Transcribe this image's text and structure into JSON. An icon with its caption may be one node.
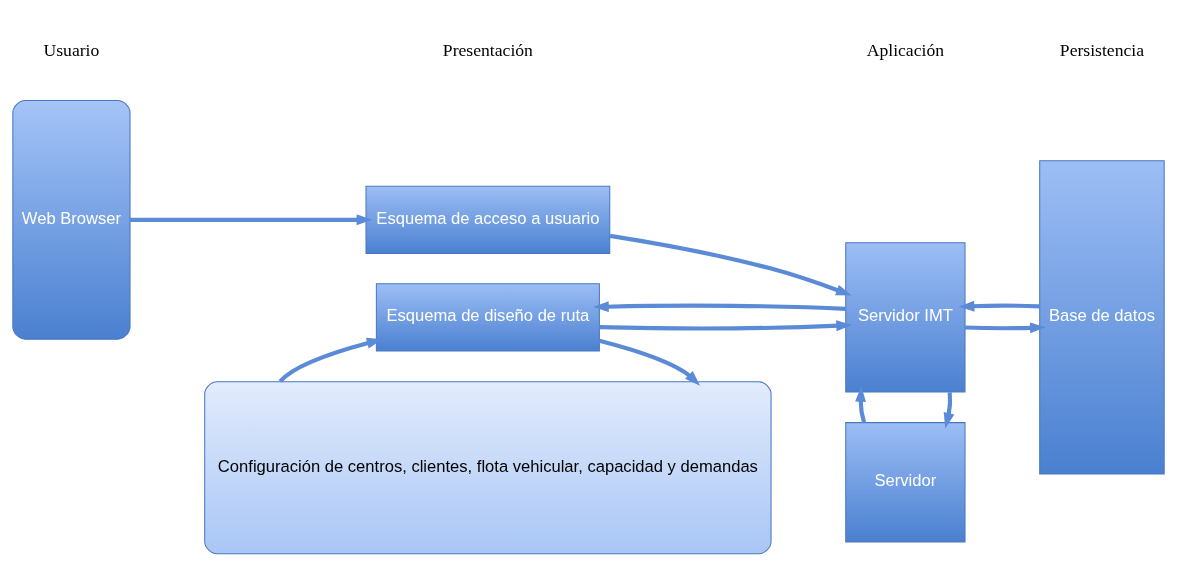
{
  "diagram": {
    "nodes": [
      {
        "text": [
          "Web Browser"
        ]
      },
      {
        "text": [
          "Esquema de acceso a usuario"
        ]
      },
      {
        "text": [
          "Esquema de diseño de ruta"
        ]
      },
      {
        "text": [
          "Configuración de centros, clientes, flota vehicular, capacidad y demandas"
        ]
      },
      {
        "text": [
          "Servidor IMT"
        ]
      },
      {
        "text": [
          "Servidor"
        ]
      },
      {
        "text": [
          "Base de datos"
        ]
      }
    ],
    "edges": [
      {
        "from": 0,
        "to": 1,
        "arrow": "to"
      },
      {
        "from": 1,
        "to": 4,
        "arrow": "to"
      },
      {
        "from": 4,
        "to": 2,
        "arrow": "to"
      },
      {
        "from": 2,
        "to": 4,
        "arrow": "to"
      },
      {
        "from": 2,
        "to": 3,
        "arrow": "to"
      },
      {
        "from": 3,
        "to": 2,
        "arrow": "to"
      },
      {
        "from": 4,
        "to": 6,
        "arrow": "to"
      },
      {
        "from": 6,
        "to": 4,
        "arrow": "to"
      },
      {
        "from": 4,
        "to": 5,
        "arrow": "to"
      },
      {
        "from": 5,
        "to": 4,
        "arrow": "to"
      }
    ],
    "labels": [
      "Usuario",
      "Presentación",
      "Aplicación",
      "Persistencia"
    ]
  }
}
